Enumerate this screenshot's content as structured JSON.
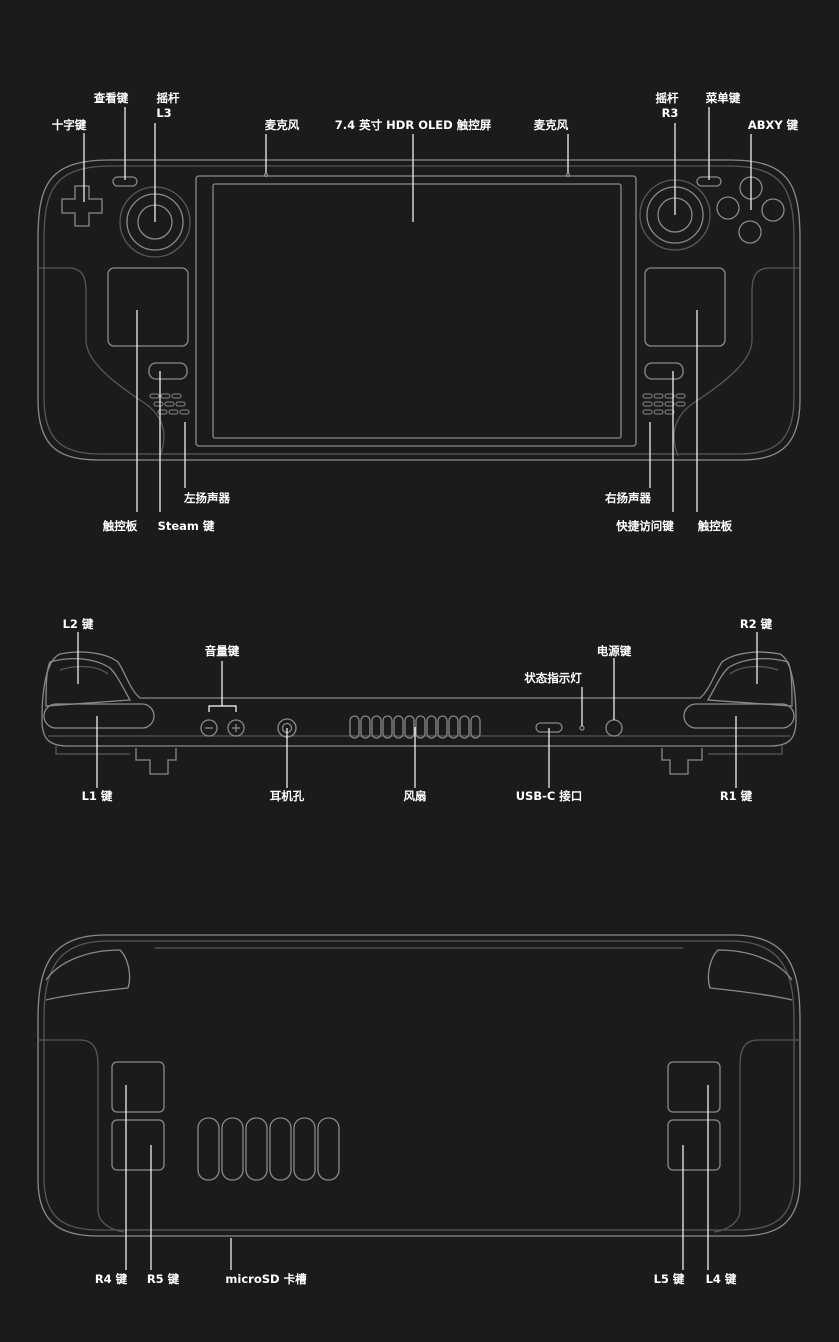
{
  "colors": {
    "background": "#1b1b1c",
    "outline": "#8a8a8e",
    "outline_dim": "#58585c",
    "leader_line": "#ffffff",
    "label_text": "#ffffff"
  },
  "front_view": {
    "dpad": "十字键",
    "view_button": "查看键",
    "left_stick": {
      "line1": "摇杆",
      "line2": "L3"
    },
    "left_mic": "麦克风",
    "screen": "7.4 英寸 HDR OLED 触控屏",
    "right_mic": "麦克风",
    "right_stick": {
      "line1": "摇杆",
      "line2": "R3"
    },
    "menu_button": "菜单键",
    "abxy": "ABXY 键",
    "left_trackpad": "触控板",
    "steam_button": "Steam 键",
    "left_speaker": "左扬声器",
    "right_speaker": "右扬声器",
    "quick_access": "快捷访问键",
    "right_trackpad": "触控板"
  },
  "top_view": {
    "l2": "L2 键",
    "volume": "音量键",
    "status_led": "状态指示灯",
    "power": "电源键",
    "r2": "R2 键",
    "l1": "L1 键",
    "headphone": "耳机孔",
    "fan": "风扇",
    "usbc": "USB-C 接口",
    "r1": "R1 键"
  },
  "back_view": {
    "r4": "R4 键",
    "r5": "R5 键",
    "microsd": "microSD 卡槽",
    "l5": "L5 键",
    "l4": "L4 键"
  }
}
